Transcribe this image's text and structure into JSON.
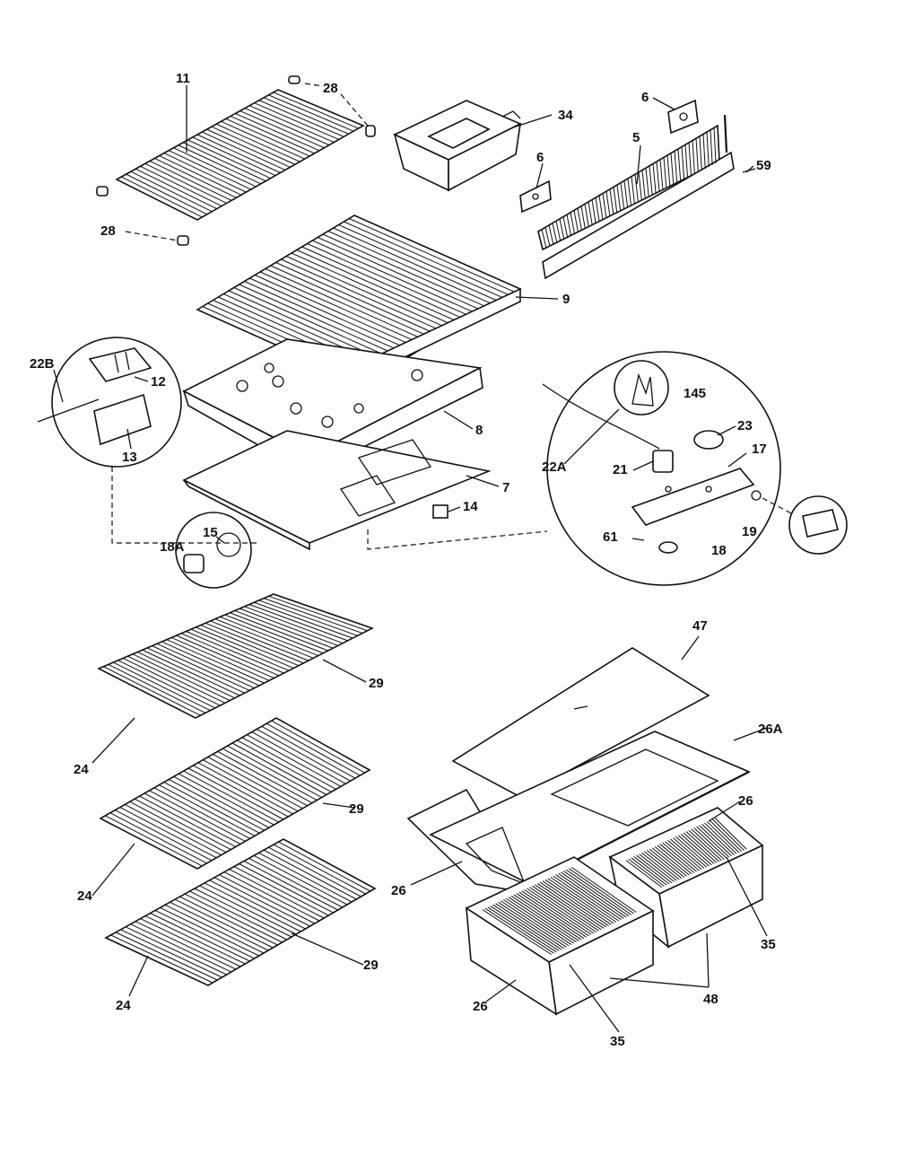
{
  "diagram": {
    "labels": {
      "p11": "11",
      "p28a": "28",
      "p28b": "28",
      "p34": "34",
      "p6a": "6",
      "p6b": "6",
      "p5": "5",
      "p59": "59",
      "p9": "9",
      "p22b": "22B",
      "p12": "12",
      "p13": "13",
      "p8": "8",
      "p7": "7",
      "p14": "14",
      "p15": "15",
      "p18a": "18A",
      "p145": "145",
      "p23": "23",
      "p17": "17",
      "p22a": "22A",
      "p21": "21",
      "p19": "19",
      "p61": "61",
      "p18": "18",
      "p47": "47",
      "p29a": "29",
      "p29b": "29",
      "p29c": "29",
      "p24a": "24",
      "p24b": "24",
      "p24c": "24",
      "p26a": "26A",
      "p26a2": "26",
      "p26b": "26",
      "p26c": "26",
      "p35a": "35",
      "p35b": "35",
      "p48": "48"
    }
  }
}
